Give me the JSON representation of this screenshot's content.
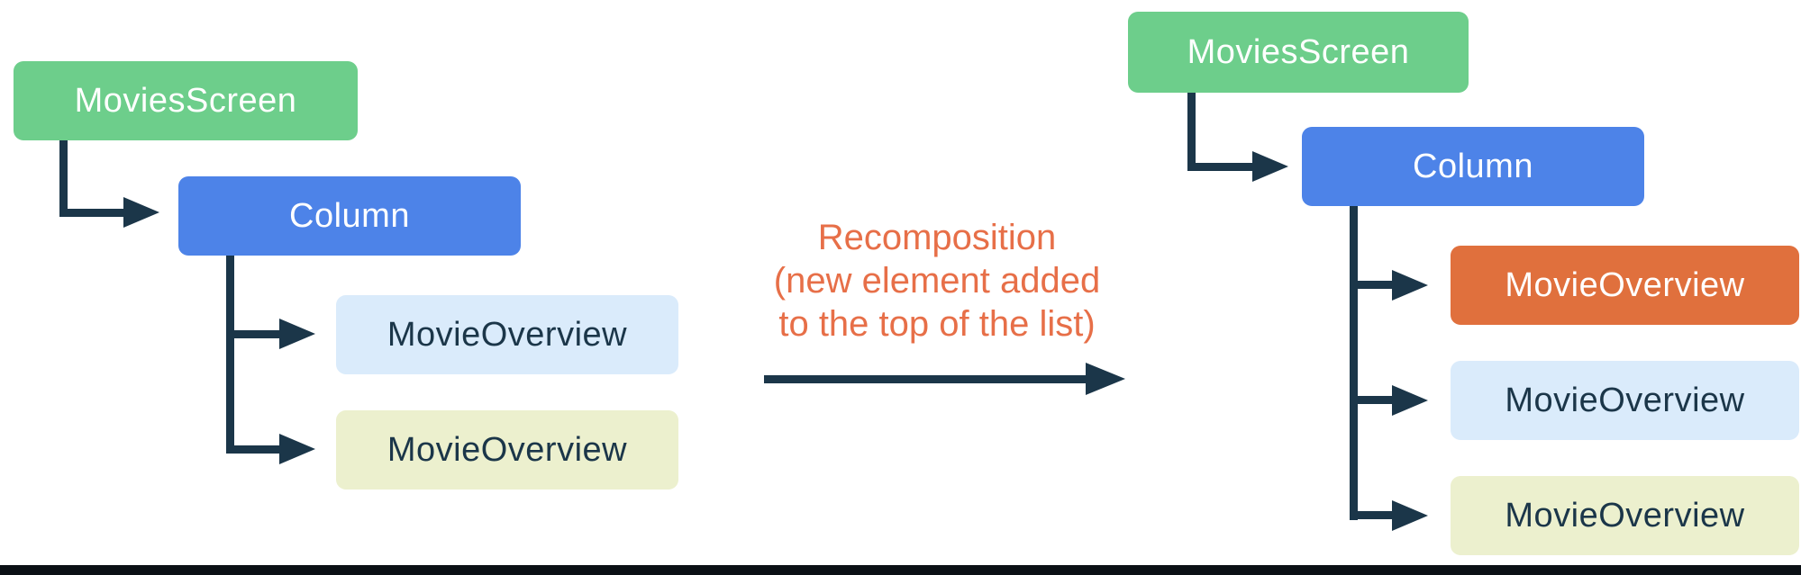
{
  "colors": {
    "node_green": "#6DCE8B",
    "node_blue": "#4D83E8",
    "node_orange": "#E0703D",
    "node_light_blue": "#DAEBFB",
    "node_light_yellow": "#ECF0CE",
    "connector": "#1B3649",
    "annotation_text": "#E76F48",
    "text_on_dark_nodes": "#FFFFFF",
    "text_on_light_nodes": "#1B3649"
  },
  "annotation": {
    "lines": [
      "Recomposition",
      "(new element added",
      "to the top of the list)"
    ]
  },
  "tree_before": {
    "root": {
      "label": "MoviesScreen"
    },
    "column": {
      "label": "Column"
    },
    "children": [
      {
        "label": "MovieOverview"
      },
      {
        "label": "MovieOverview"
      }
    ]
  },
  "tree_after": {
    "root": {
      "label": "MoviesScreen"
    },
    "column": {
      "label": "Column"
    },
    "children": [
      {
        "label": "MovieOverview"
      },
      {
        "label": "MovieOverview"
      },
      {
        "label": "MovieOverview"
      }
    ]
  }
}
